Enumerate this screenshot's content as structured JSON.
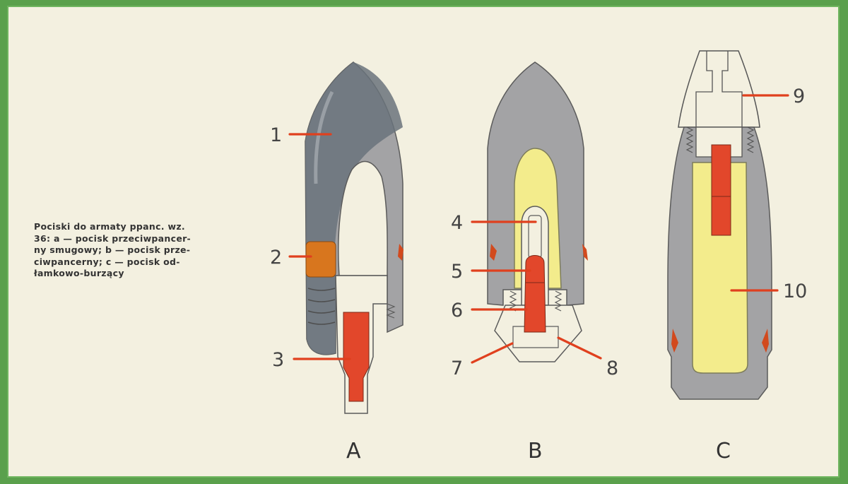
{
  "caption": {
    "lines": [
      "Pociski do armaty ppanc. wz.",
      "36: a — pocisk przeciwpancer-",
      "ny smugowy; b — pocisk prze-",
      "ciwpancerny; c — pocisk od-",
      "łamkowo-burzący"
    ]
  },
  "callouts": [
    "1",
    "2",
    "3",
    "4",
    "5",
    "6",
    "7",
    "8",
    "9",
    "10"
  ],
  "figures": [
    "A",
    "B",
    "C"
  ],
  "colors": {
    "steel": "#a3a3a5",
    "steel_dark": "#505a62",
    "explosive": "#f3ec8c",
    "tracer": "#e2472b",
    "band": "#d8761e",
    "leader": "#e0401e",
    "paper": "#f3f0e0",
    "frame": "#5aa04c"
  }
}
